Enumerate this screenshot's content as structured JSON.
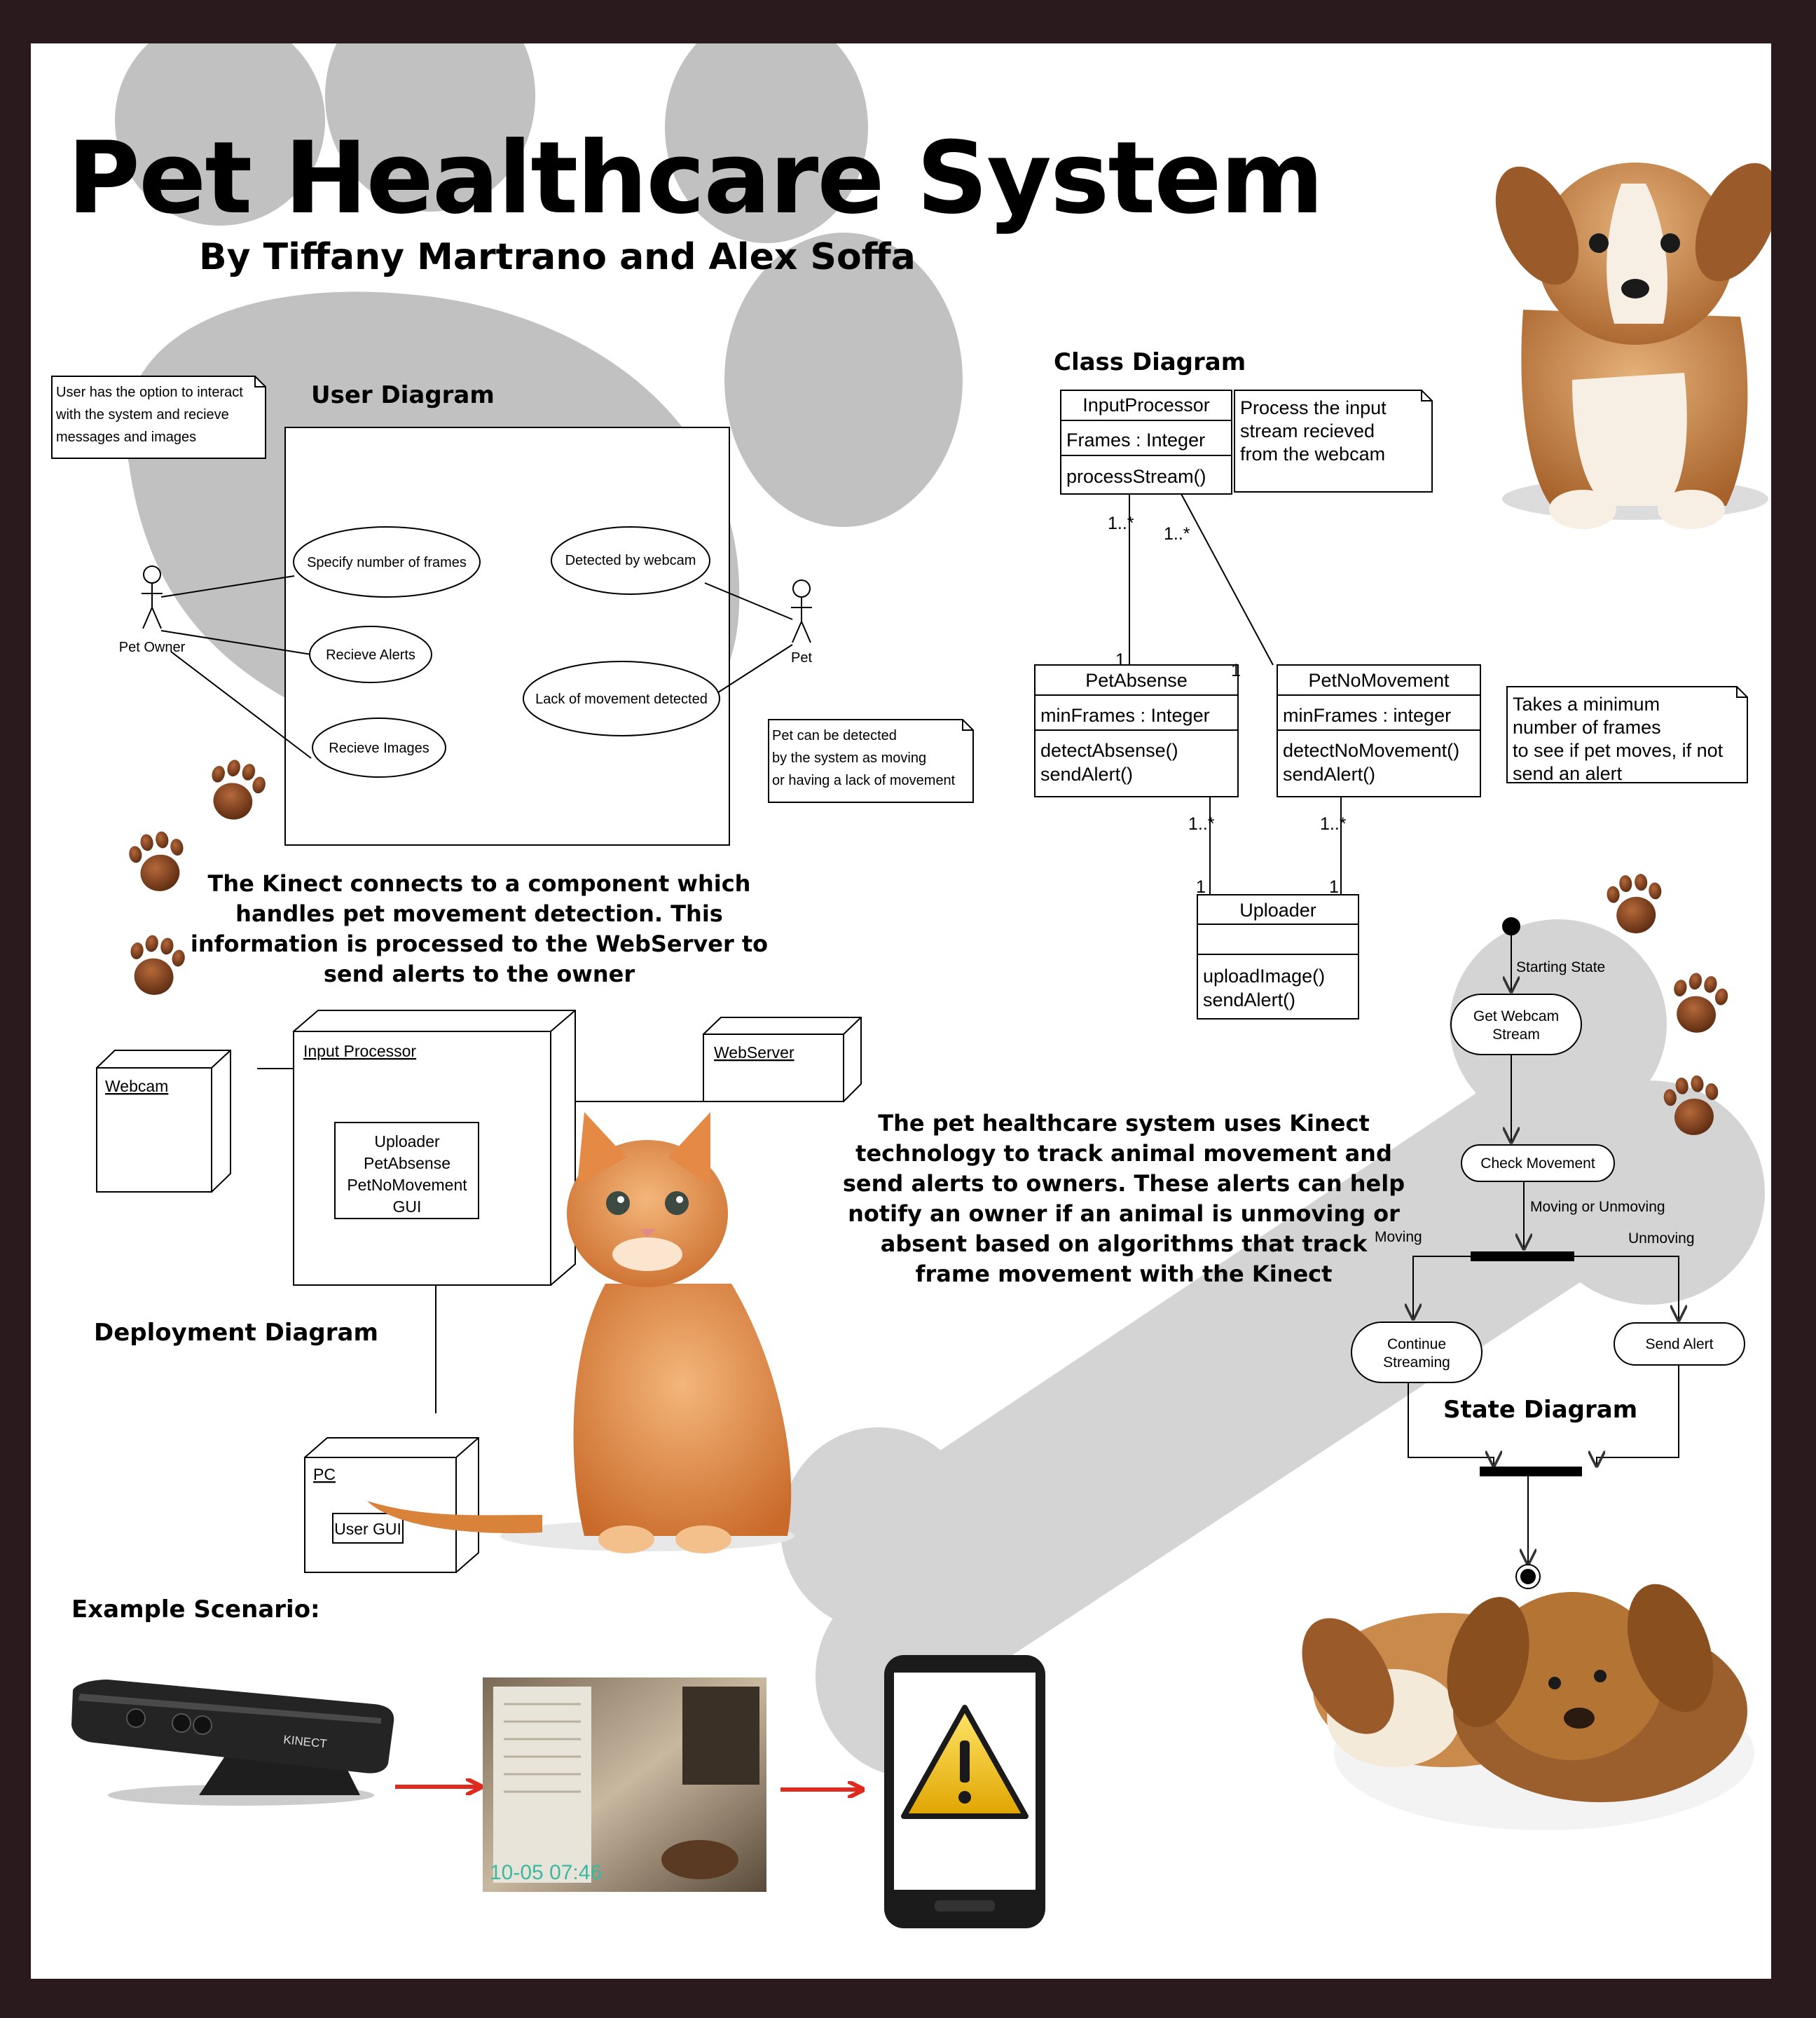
{
  "title": "Pet Healthcare System",
  "authors": "By Tiffany Martrano and Alex Soffa",
  "user_diagram": {
    "heading": "User Diagram",
    "note": [
      "User has the option to interact",
      "with the system and recieve",
      "messages and images"
    ],
    "actors": {
      "owner": "Pet Owner",
      "pet": "Pet"
    },
    "use_cases": {
      "frames": "Specify number of frames",
      "alerts": "Recieve Alerts",
      "images": "Recieve Images",
      "webcam": "Detected by webcam",
      "lack": "Lack of movement detected"
    },
    "pet_note": [
      "Pet can be detected",
      "by the system as moving",
      "or having a lack of movement"
    ]
  },
  "class_diagram": {
    "heading": "Class Diagram",
    "input_processor": {
      "name": "InputProcessor",
      "attributes": [
        "Frames : Integer"
      ],
      "methods": [
        "processStream()"
      ]
    },
    "input_note": [
      "Process the input",
      "stream recieved",
      "from the webcam"
    ],
    "pet_absense": {
      "name": "PetAbsense",
      "attributes": [
        "minFrames : Integer"
      ],
      "methods": [
        "detectAbsense()",
        "sendAlert()"
      ]
    },
    "pet_no_movement": {
      "name": "PetNoMovement",
      "attributes": [
        "minFrames : integer"
      ],
      "methods": [
        "detectNoMovement()",
        "sendAlert()"
      ]
    },
    "movement_note": [
      "Takes a minimum",
      "number of frames",
      "to see if pet moves, if not",
      "send an alert"
    ],
    "uploader": {
      "name": "Uploader",
      "methods": [
        "uploadImage()",
        "sendAlert()"
      ]
    },
    "multiplicity": {
      "many": "1..*",
      "one": "1"
    }
  },
  "kinect_text": "The Kinect connects to a component which handles pet movement detection. This information is processed to the WebServer to send alerts to the owner",
  "deployment_diagram": {
    "heading": "Deployment Diagram",
    "webcam": "Webcam",
    "input_processor": "Input Processor",
    "components": [
      "Uploader",
      "PetAbsense",
      "PetNoMovement",
      "GUI"
    ],
    "webserver": "WebServer",
    "pc": "PC",
    "user_gui": "User GUI"
  },
  "system_text": "The pet healthcare system uses Kinect technology to track animal movement and send alerts to owners. These alerts can help notify an owner if an animal is unmoving or absent based on algorithms that track frame movement with the Kinect",
  "state_diagram": {
    "heading": "State Diagram",
    "starting_state": "Starting State",
    "get_webcam": [
      "Get Webcam",
      "Stream"
    ],
    "check_movement": "Check Movement",
    "moving_or_unmoving": "Moving or Unmoving",
    "moving": "Moving",
    "unmoving": "Unmoving",
    "continue": [
      "Continue",
      "Streaming"
    ],
    "send_alert": "Send Alert"
  },
  "example": {
    "heading": "Example Scenario:",
    "kinect_label": "KINECT",
    "timestamp": "10-05  07:46"
  },
  "colors": {
    "frame": "#2a1a1e",
    "paw_gray": "#c1c1c1",
    "bone": "#d4d4d4",
    "paw_brown": "#7a3a1a",
    "arrow_red": "#e02a20",
    "puppy": "#c98a4b",
    "kitten": "#e69a55"
  }
}
